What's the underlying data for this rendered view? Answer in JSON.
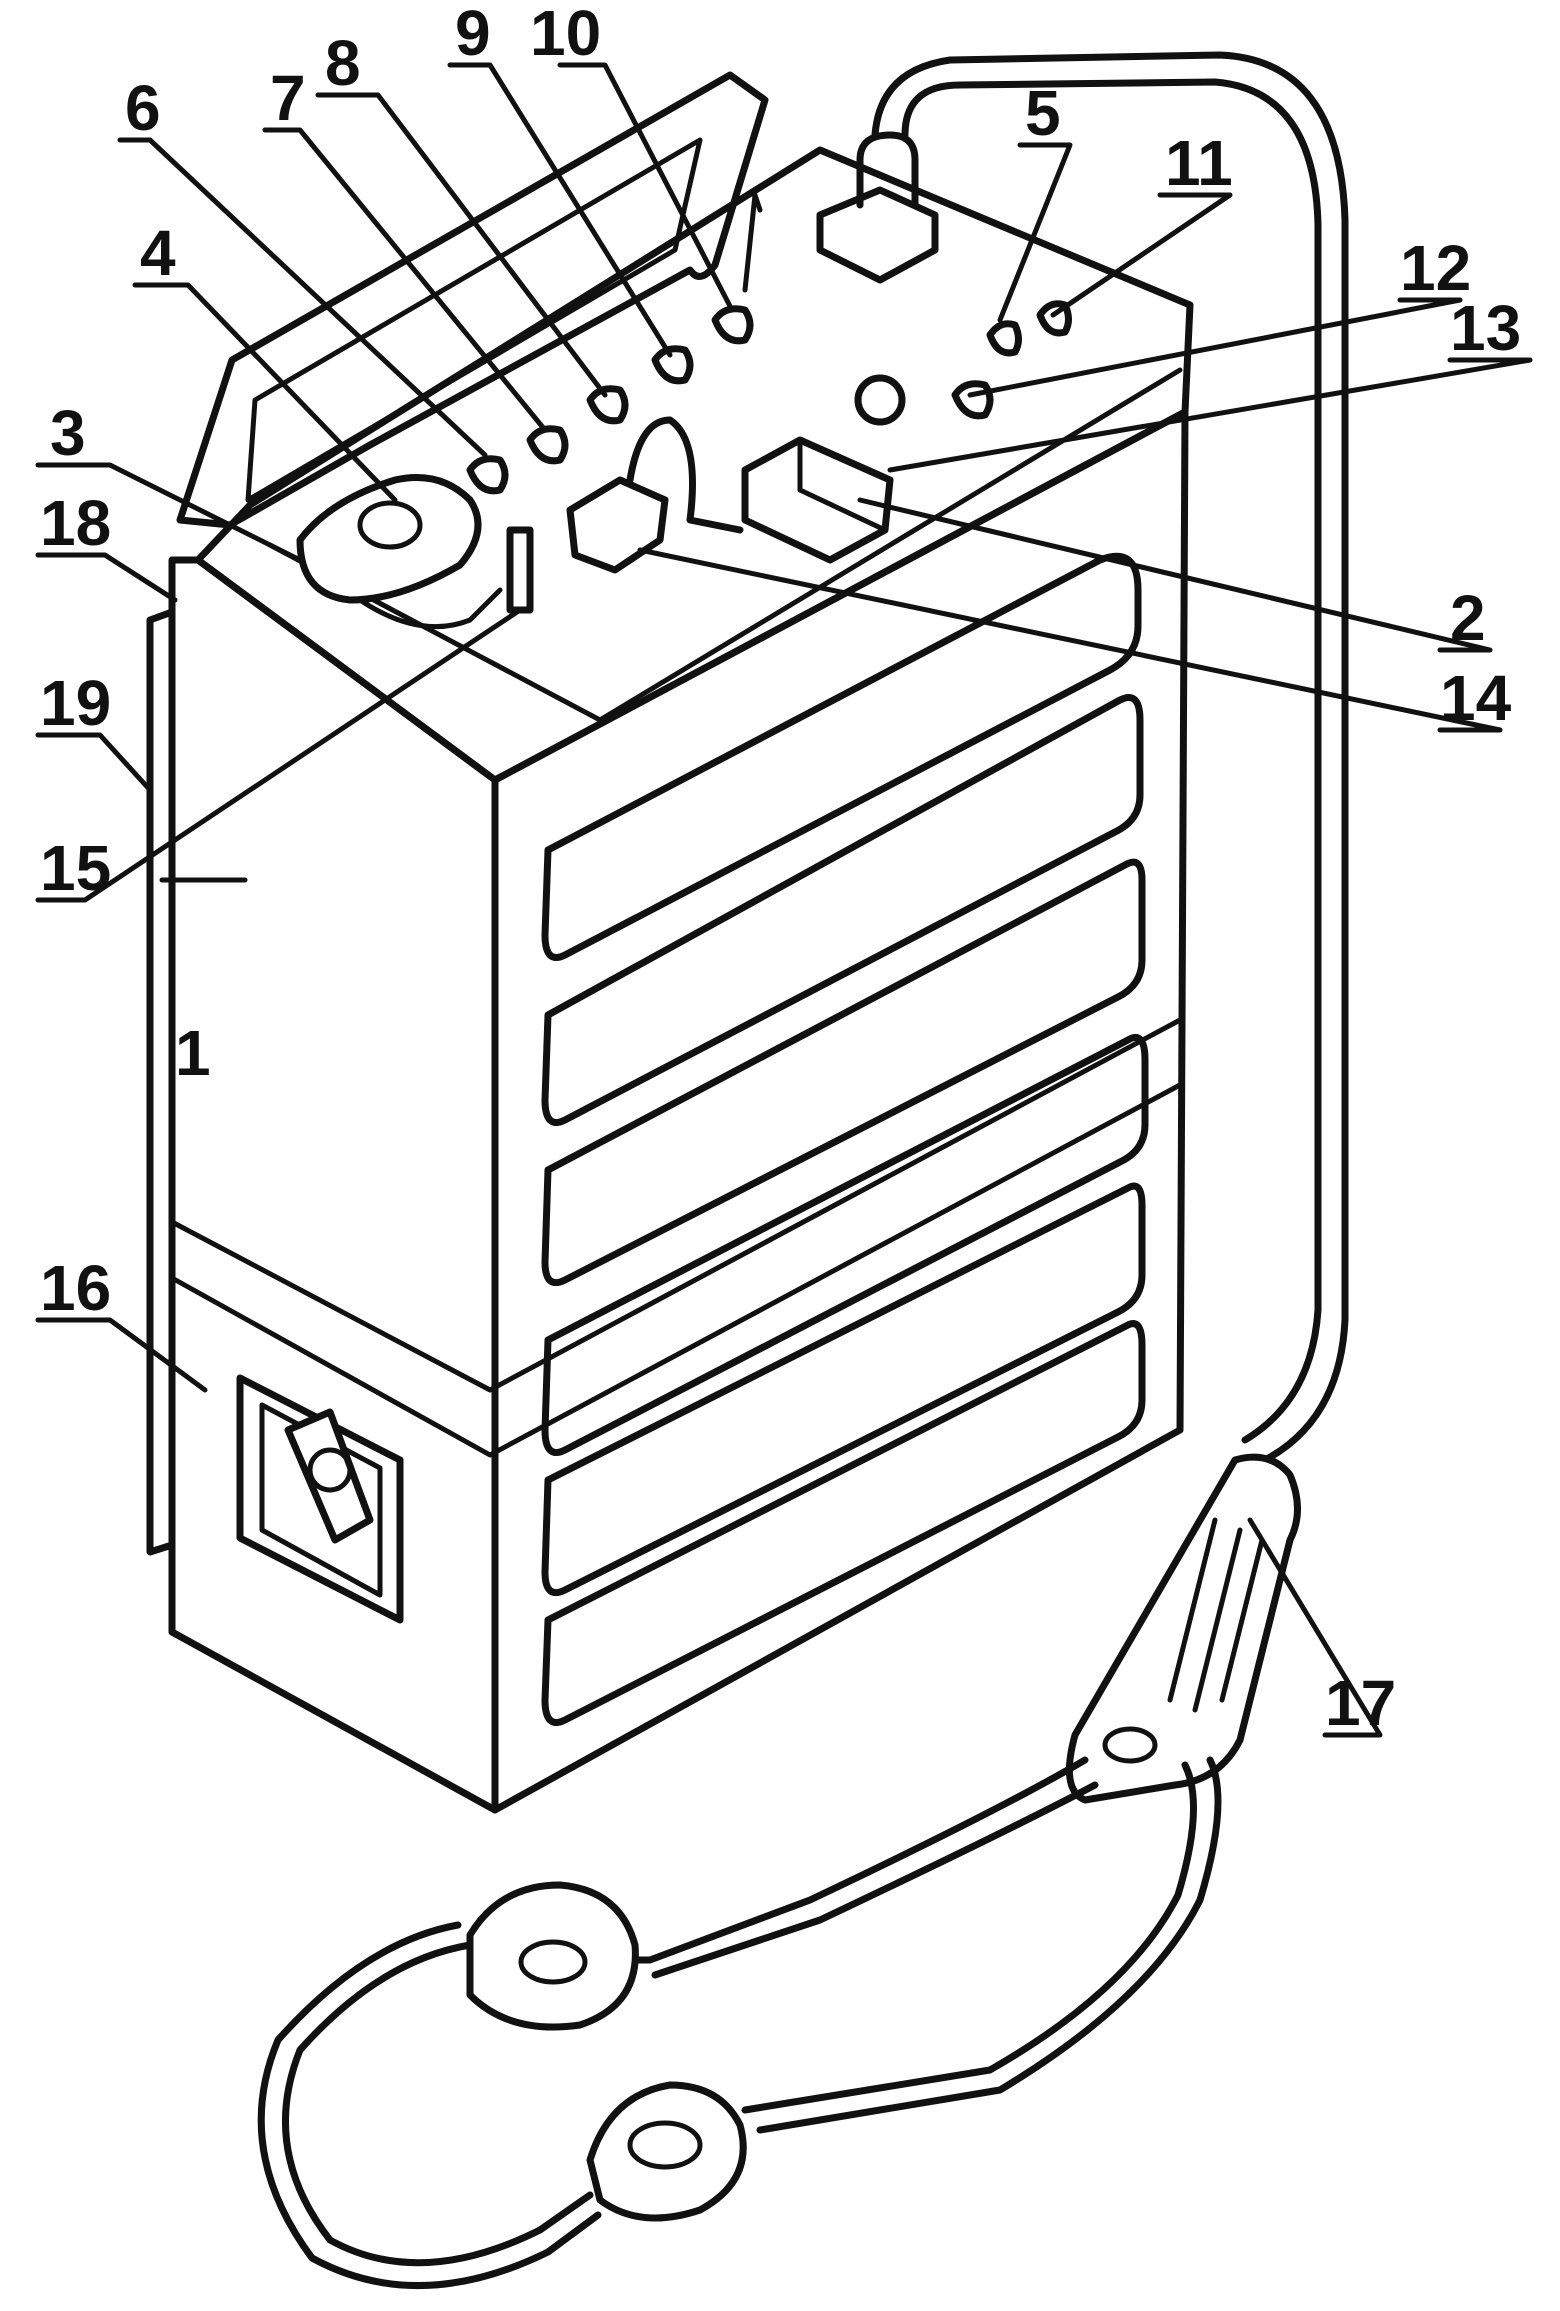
{
  "callouts": [
    "1",
    "2",
    "3",
    "4",
    "5",
    "6",
    "7",
    "8",
    "9",
    "10",
    "11",
    "12",
    "13",
    "14",
    "15",
    "16",
    "17",
    "18",
    "19"
  ],
  "colors": {
    "ink": "#111111",
    "paper": "#ffffff"
  }
}
